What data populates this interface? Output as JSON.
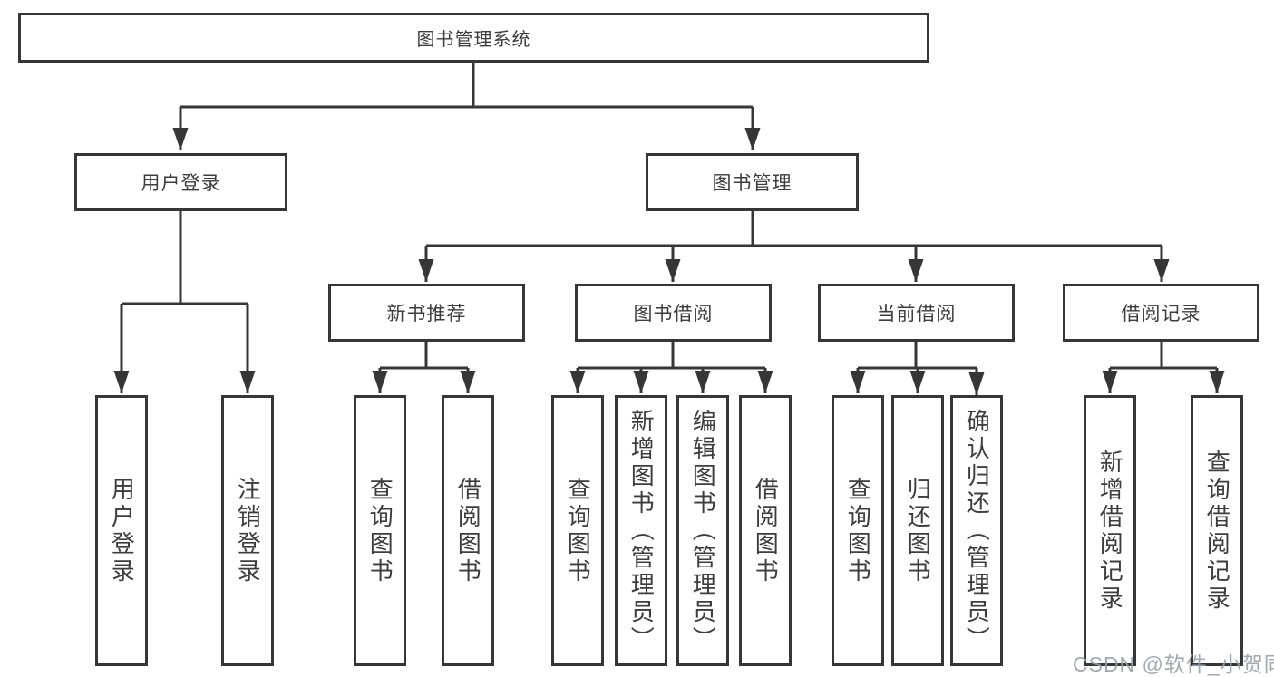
{
  "diagram": {
    "title": "图书管理系统",
    "nodes": {
      "root": "图书管理系统",
      "user_login": "用户登录",
      "book_mgmt": "图书管理",
      "new_book_rec": "新书推荐",
      "book_borrow": "图书借阅",
      "current_borrow": "当前借阅",
      "borrow_record": "借阅记录",
      "user_login_children": [
        "用户登录",
        "注销登录"
      ],
      "new_book_rec_children": [
        "查询图书",
        "借阅图书"
      ],
      "book_borrow_children": [
        "查询图书",
        "新增图书（管理员）",
        "编辑图书（管理员）",
        "借阅图书"
      ],
      "current_borrow_children": [
        "查询图书",
        "归还图书",
        "确认归还（管理员）"
      ],
      "borrow_record_children": [
        "新增借阅记录",
        "查询借阅记录"
      ]
    },
    "colors": {
      "line": "#363636",
      "text": "#3d3d3d",
      "box_background": "#ffffff",
      "watermark": "#9aa0a6"
    }
  },
  "watermark": {
    "text": "CSDN @软件_小贺同学"
  }
}
